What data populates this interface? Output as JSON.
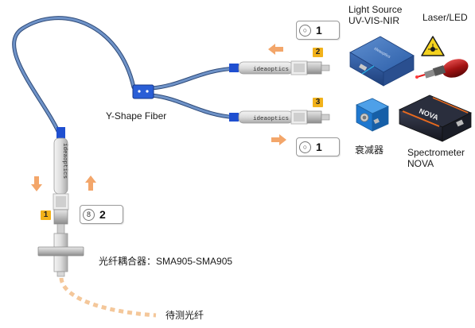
{
  "labels": {
    "light_source_line1": "Light Source",
    "light_source_line2": "UV-VIS-NIR",
    "laser_led": "Laser/LED",
    "y_shape_fiber": "Y-Shape Fiber",
    "attenuator": "衰减器",
    "spectrometer_line1": "Spectrometer",
    "spectrometer_line2": "NOVA",
    "coupler": "光纤耦合器：SMA905-SMA905",
    "fiber_under_test": "待测光纤",
    "brand_text": "ideaoptics",
    "nova_brand": "NOVA"
  },
  "badges": {
    "branch_top": "2",
    "branch_bottom": "3",
    "coupler": "1"
  },
  "pills": {
    "top_number": "1",
    "top_glyph": "○",
    "bottom_number": "1",
    "bottom_glyph": "○",
    "left_number": "2",
    "left_glyph": "8"
  },
  "colors": {
    "fiber_jacket": "#4a6fa8",
    "connector_blue": "#1f4fd0",
    "arrow_orange": "#f3a66a",
    "badge_yellow": "#f2b21a",
    "dashed_fiber": "#f4c79a"
  },
  "icons": {
    "light_source": "light-source-box-icon",
    "laser": "laser-module-icon",
    "attenuator": "attenuator-block-icon",
    "spectrometer": "spectrometer-box-icon"
  }
}
